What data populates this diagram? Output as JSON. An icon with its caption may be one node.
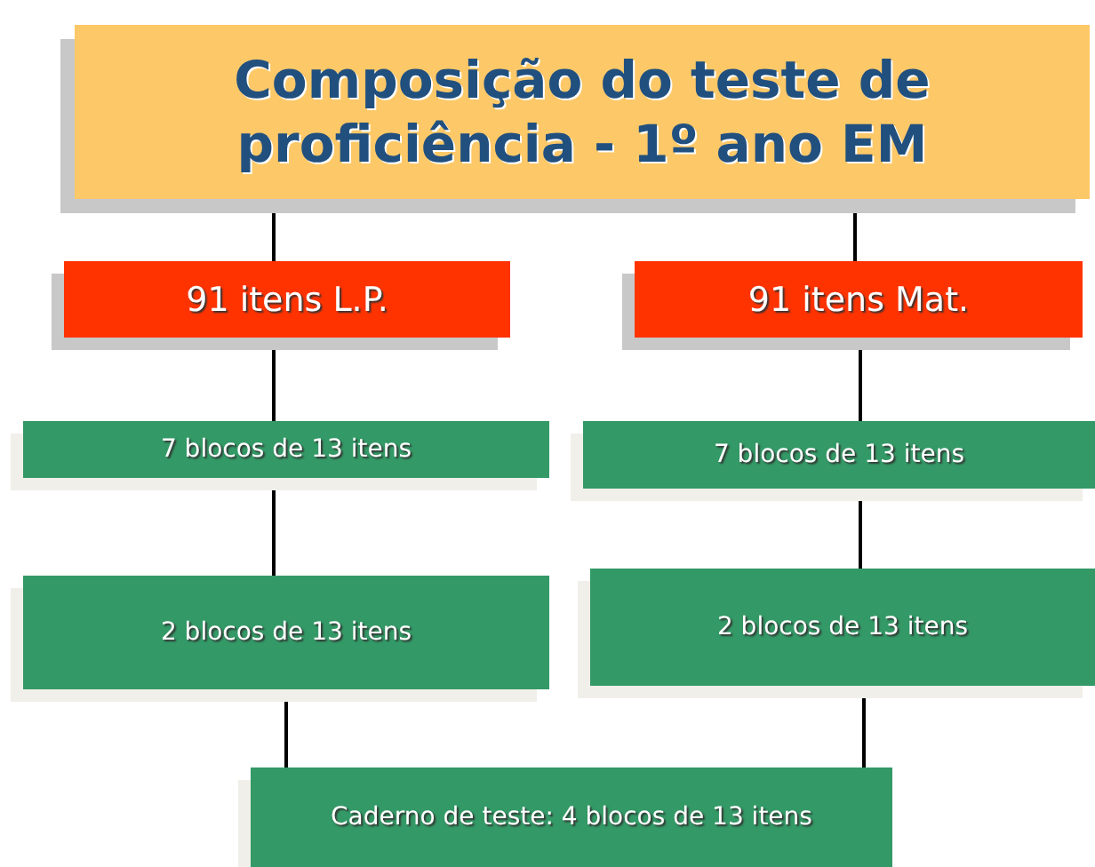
{
  "diagram": {
    "nodes": [
      {
        "text": [
          "Composição do teste de proficiência - 1º ano EM"
        ]
      },
      {
        "text": [
          "91 itens L.P."
        ]
      },
      {
        "text": [
          "91 itens Mat."
        ]
      },
      {
        "text": [
          "7 blocos de 13 itens"
        ]
      },
      {
        "text": [
          "7 blocos de 13 itens"
        ]
      },
      {
        "text": [
          "2 blocos de 13 itens"
        ]
      },
      {
        "text": [
          "2 blocos de 13 itens"
        ]
      },
      {
        "text": [
          "Caderno de teste: 4 blocos de 13 itens"
        ]
      }
    ],
    "edges": [
      {
        "from": 0,
        "to": 1,
        "arrow": "none"
      },
      {
        "from": 0,
        "to": 2,
        "arrow": "none"
      },
      {
        "from": 1,
        "to": 3,
        "arrow": "none"
      },
      {
        "from": 2,
        "to": 4,
        "arrow": "none"
      },
      {
        "from": 3,
        "to": 5,
        "arrow": "none"
      },
      {
        "from": 4,
        "to": 6,
        "arrow": "none"
      },
      {
        "from": 5,
        "to": 7,
        "arrow": "none"
      },
      {
        "from": 6,
        "to": 7,
        "arrow": "none"
      }
    ]
  }
}
